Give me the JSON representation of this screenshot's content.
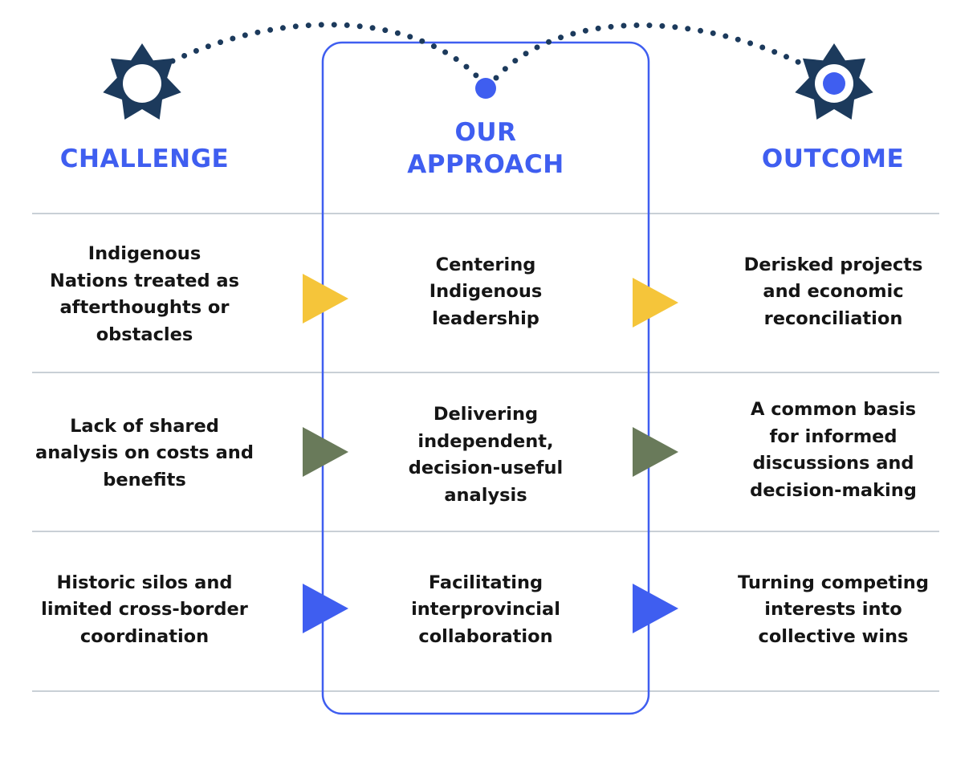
{
  "headers": {
    "challenge": "CHALLENGE",
    "approach_line1": "OUR",
    "approach_line2": "APPROACH",
    "outcome": "OUTCOME"
  },
  "rows": [
    {
      "challenge": [
        "Indigenous",
        "Nations treated as",
        "afterthoughts or",
        "obstacles"
      ],
      "approach": [
        "Centering",
        "Indigenous",
        "leadership"
      ],
      "outcome": [
        "Derisked projects",
        "and economic",
        "reconciliation"
      ],
      "arrow_color": "#f5c53a"
    },
    {
      "challenge": [
        "Lack of shared",
        "analysis on costs and",
        "benefits"
      ],
      "approach": [
        "Delivering",
        "independent,",
        "decision-useful",
        "analysis"
      ],
      "outcome": [
        "A common basis",
        "for informed",
        "discussions and",
        "decision-making"
      ],
      "arrow_color": "#697a5a"
    },
    {
      "challenge": [
        "Historic silos and",
        "limited cross-border",
        "coordination"
      ],
      "approach": [
        "Facilitating",
        "interprovincial",
        "collaboration"
      ],
      "outcome": [
        "Turning competing",
        "interests into",
        "collective wins"
      ],
      "arrow_color": "#3f5ef0"
    }
  ],
  "colors": {
    "accent": "#3f5ef0",
    "navy": "#1c3a5c",
    "divider": "#b7c1c9",
    "text": "#151515"
  },
  "icons": {
    "left": "sun-icon",
    "right": "sun-icon-filled",
    "path": "dotted-arc"
  }
}
